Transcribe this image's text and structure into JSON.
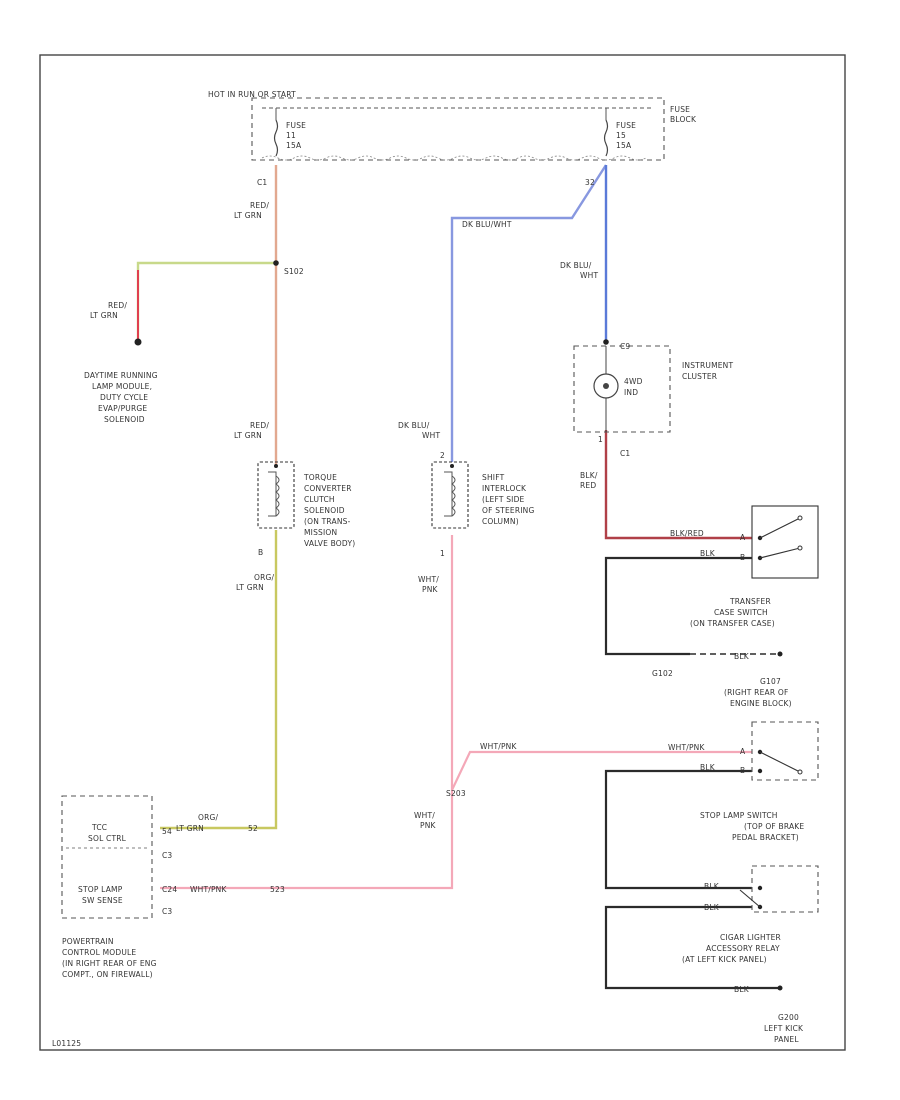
{
  "colors": {
    "wire_red_ltgrn": "#e2a890",
    "wire_ltgrn": "#c8d98a",
    "wire_red": "#e04050",
    "wire_dkblu": "#8898e0",
    "wire_blu": "#5a7ad8",
    "wire_pink": "#f4a8b8",
    "wire_blk_red": "#b04048",
    "wire_blk": "#2b2b2b",
    "wire_org_ltgrn": "#c8c860"
  },
  "power": {
    "hot_label": "HOT IN RUN OR START",
    "fuse_block_label": [
      "FUSE",
      "BLOCK"
    ],
    "fuse_left": [
      "FUSE",
      "11",
      "15A"
    ],
    "fuse_right": [
      "FUSE",
      "15",
      "15A"
    ]
  },
  "wires": {
    "w_c1_num": "C1",
    "w_red_ltgrn_top": [
      "RED/",
      "LT GRN"
    ],
    "w_dkblu_wht_top": "DK BLU/WHT",
    "w_dkblu_num": "32",
    "w_dkblu_wht_right": [
      "DK BLU/",
      "WHT"
    ],
    "w_red_ltgrn_left": [
      "RED/",
      "LT GRN"
    ],
    "w_red_ltgrn_mid": [
      "RED/",
      "LT GRN"
    ],
    "w_dkblu_wht_mid": [
      "DK BLU/",
      "WHT"
    ],
    "w_org_ltgrn": [
      "ORG/",
      "LT GRN"
    ],
    "w_wht_pnk_mid": [
      "WHT/",
      "PNK"
    ],
    "w_blk_red": [
      "BLK/",
      "RED"
    ],
    "w_blk_red_sw": "BLK/RED",
    "w_blk_sw": "BLK",
    "w_blk_ground": "BLK",
    "w_wht_pnk_right": "WHT/PNK",
    "w_wht_pnk_top": "WHT/PNK",
    "w_blk_stop": "BLK",
    "w_wht_pnk_low": [
      "WHT/",
      "PNK"
    ],
    "w_org_ltgrn_pcm": [
      "ORG/",
      "LT GRN"
    ],
    "w_blk_cig1": "BLK",
    "w_blk_cig2": "BLK",
    "w_wht_pnk_pcm": "WHT/PNK",
    "w_blk_g200": "BLK"
  },
  "splices": {
    "s102": "S102",
    "s102_ground": "G102",
    "s203": "S203",
    "g107": "G107",
    "g107_loc": [
      "(RIGHT REAR OF",
      "ENGINE BLOCK)"
    ],
    "g200": "G200",
    "g200_loc": [
      "LEFT KICK",
      "PANEL"
    ]
  },
  "pins": {
    "tcc_b": "B",
    "shift_1": "1",
    "shift_2": "2",
    "cluster_c9": "C9",
    "cluster_c1": "C1",
    "cluster_1": "1",
    "tc_a": "A",
    "tc_b": "B",
    "stop_a": "A",
    "stop_b": "B",
    "pcm_c3": "C3",
    "pcm_c3b": "C3",
    "pcm_54": "54",
    "pcm_c24": "C24",
    "pcm_52": "52",
    "pcm_523": "523"
  },
  "components": {
    "drl": [
      "DAYTIME RUNNING",
      "LAMP MODULE,",
      "DUTY CYCLE",
      "EVAP/PURGE",
      "SOLENOID"
    ],
    "tcc": [
      "TORQUE",
      "CONVERTER",
      "CLUTCH",
      "SOLENOID",
      "(ON TRANS-",
      "MISSION",
      "VALVE BODY)"
    ],
    "shift": [
      "SHIFT",
      "INTERLOCK",
      "(LEFT SIDE",
      "OF STEERING",
      "COLUMN)"
    ],
    "cluster": [
      "INSTRUMENT",
      "CLUSTER"
    ],
    "cluster_lamp": [
      "4WD",
      "IND"
    ],
    "transfer": [
      "TRANSFER",
      "CASE SWITCH",
      "(ON TRANSFER CASE)"
    ],
    "stop_lamp": [
      "STOP LAMP SWITCH",
      "(TOP OF BRAKE",
      "PEDAL BRACKET)"
    ],
    "cigar": [
      "CIGAR LIGHTER",
      "ACCESSORY RELAY",
      "(AT LEFT KICK PANEL)"
    ],
    "pcm_tcc": [
      "TCC",
      "SOL CTRL"
    ],
    "pcm_stop": [
      "STOP LAMP",
      "SW SENSE"
    ],
    "pcm": [
      "POWERTRAIN",
      "CONTROL MODULE",
      "(IN RIGHT REAR OF ENG",
      "COMPT., ON FIREWALL)"
    ]
  },
  "footer": {
    "code": "L01125"
  }
}
